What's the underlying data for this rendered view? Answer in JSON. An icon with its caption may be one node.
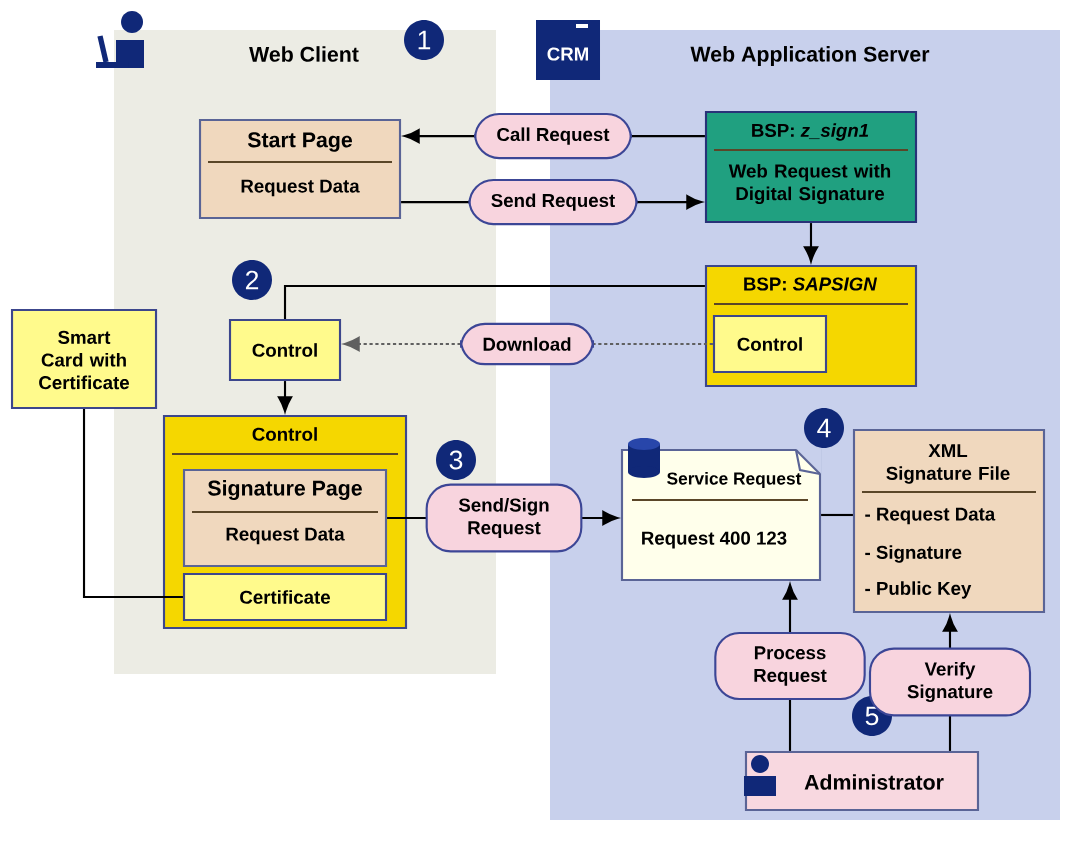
{
  "diagram": {
    "nodes": [
      {
        "text": [
          "Web Client"
        ]
      },
      {
        "text": [
          "Web Application Server"
        ]
      },
      {
        "text": [
          "Start Page",
          "Request Data"
        ],
        "in": 0
      },
      {
        "text": [
          "BSP: *z_sign1*",
          "Web Request with Digital Signature"
        ],
        "in": 1
      },
      {
        "text": [
          "Control"
        ],
        "in": 0
      },
      {
        "text": [
          "BSP: *SAPSIGN*"
        ],
        "in": 1
      },
      {
        "text": [
          "Control"
        ],
        "in": 5
      },
      {
        "text": [
          "Smart Card with Certificate"
        ]
      },
      {
        "text": [
          "Control"
        ],
        "in": 0
      },
      {
        "text": [
          "Signature Page",
          "Request Data"
        ],
        "in": 8
      },
      {
        "text": [
          "Certificate"
        ],
        "in": 8
      },
      {
        "text": [
          "Service Request",
          "Request  400 123"
        ],
        "in": 1
      },
      {
        "text": [
          "XML Signature File",
          "- Request Data",
          "- Signature",
          "- Public Key"
        ],
        "in": 1
      },
      {
        "text": [
          "Administrator"
        ],
        "in": 1
      }
    ],
    "edges": [
      {
        "from": 3,
        "to": 2,
        "arrow": "to",
        "label": "Call Request"
      },
      {
        "from": 2,
        "to": 3,
        "arrow": "to",
        "label": "Send Request"
      },
      {
        "from": 3,
        "to": 5,
        "arrow": "to"
      },
      {
        "from": 5,
        "to": 4,
        "arrow": "none"
      },
      {
        "from": 4,
        "to": 8,
        "arrow": "to"
      },
      {
        "from": 6,
        "to": 4,
        "arrow": "to",
        "label": "Download",
        "style": "dashed",
        "color": "#606060"
      },
      {
        "from": 7,
        "to": 10,
        "arrow": "none"
      },
      {
        "from": 9,
        "to": 11,
        "arrow": "to",
        "label": "Send/Sign Request"
      },
      {
        "from": 11,
        "to": 12,
        "arrow": "none"
      },
      {
        "from": 13,
        "to": 11,
        "arrow": "to",
        "label": "Process Request"
      },
      {
        "from": 13,
        "to": 12,
        "arrow": "to",
        "label": "Verify Signature"
      }
    ],
    "labels": [
      "1",
      "2",
      "3",
      "4",
      "5",
      "CRM"
    ]
  }
}
